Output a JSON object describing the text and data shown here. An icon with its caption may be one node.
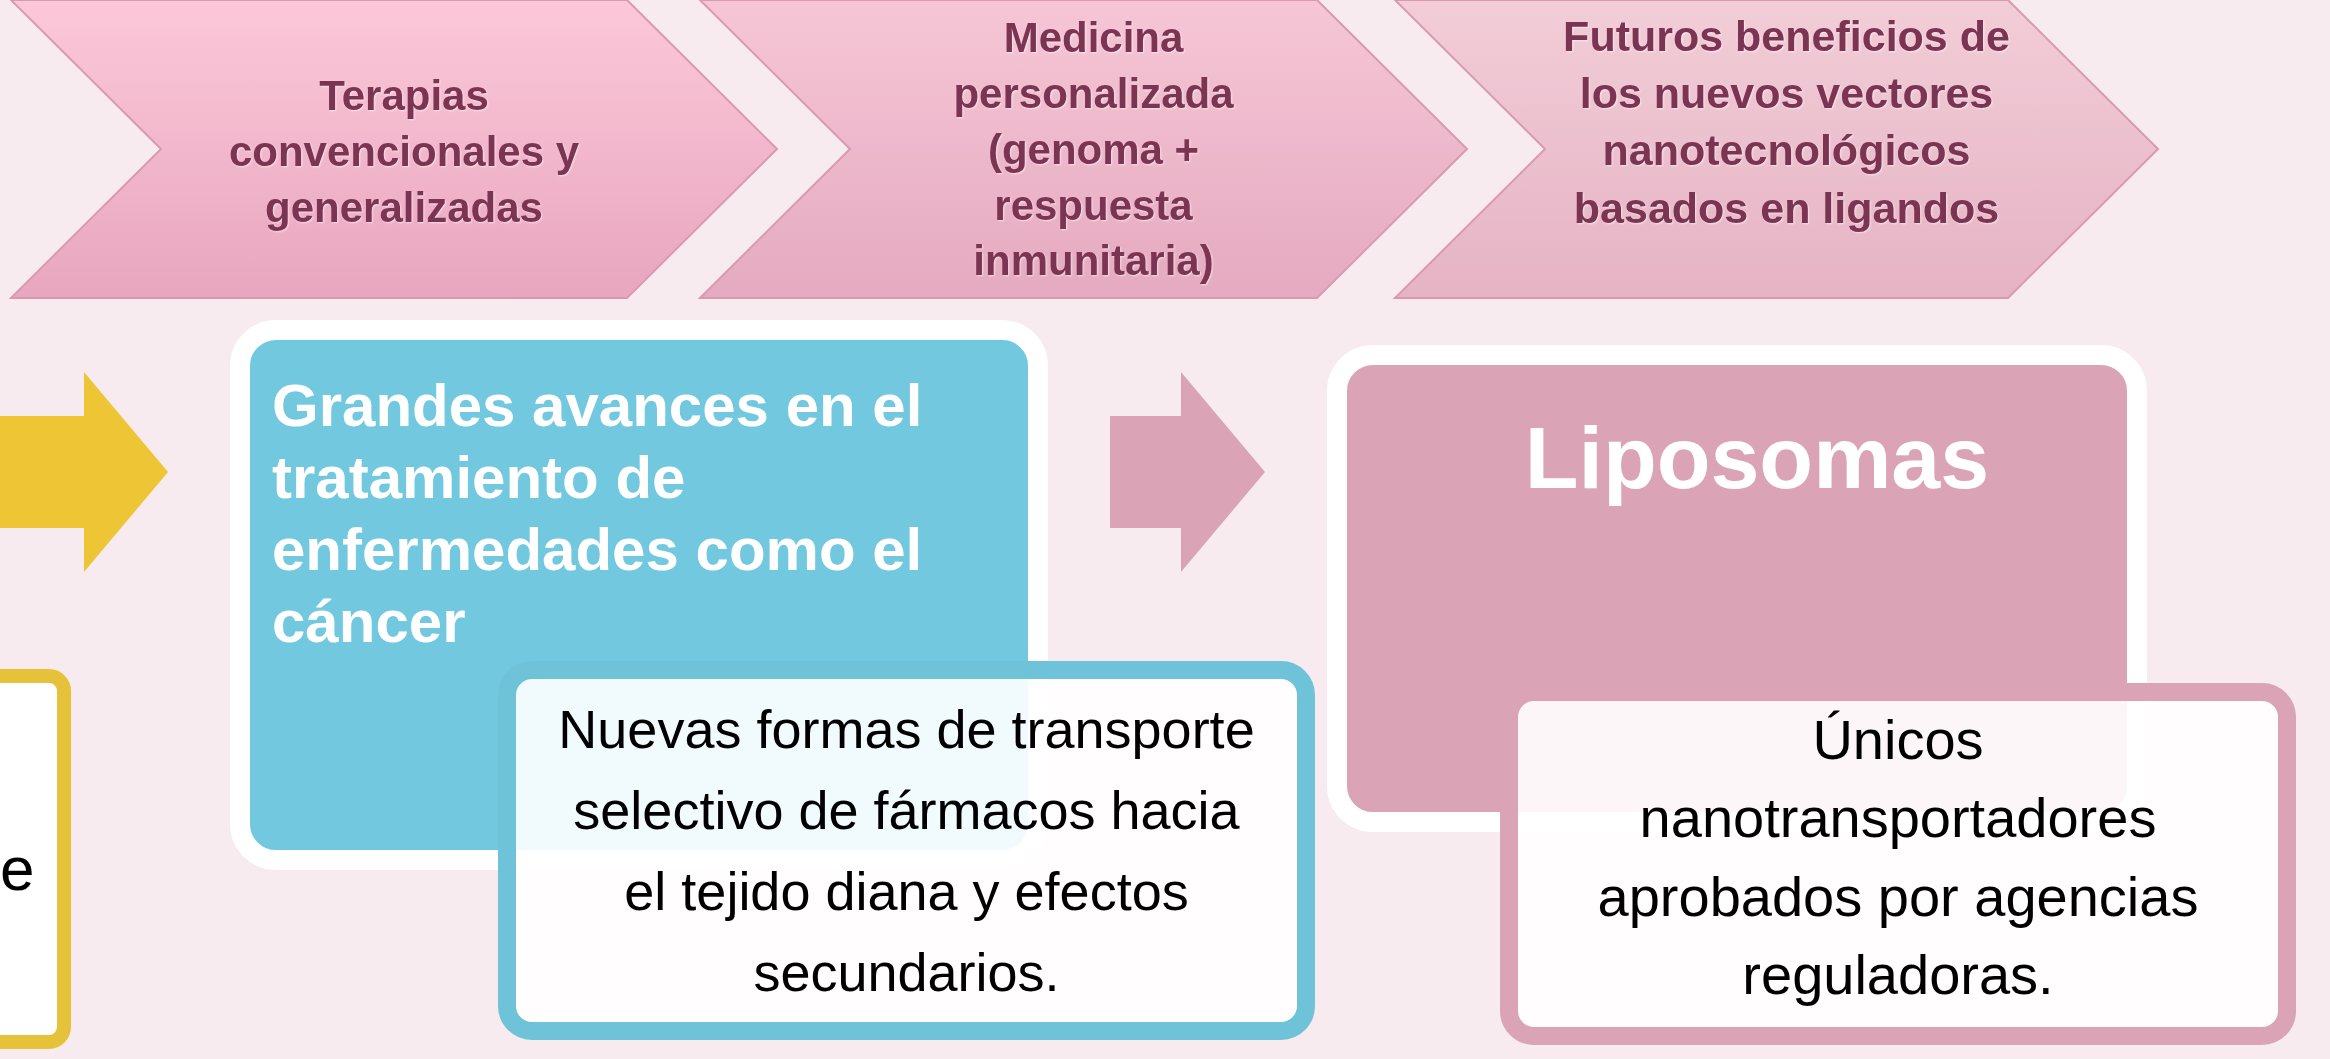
{
  "diagram": {
    "nodes": [
      {
        "text": [
          "Terapias convencionales y generalizadas"
        ]
      },
      {
        "text": [
          "Medicina personalizada (genoma + respuesta inmunitaria)"
        ]
      },
      {
        "text": [
          "Futuros beneficios de los nuevos vectores nanotecnológicos basados en ligandos"
        ]
      },
      {
        "text": [
          "e"
        ]
      },
      {
        "text": [
          "Grandes avances en el tratamiento de enfermedades como el cáncer"
        ]
      },
      {
        "text": [
          "Nuevas formas de transporte selectivo de fármacos hacia el tejido diana y efectos secundarios."
        ]
      },
      {
        "text": [
          "Liposomas"
        ]
      },
      {
        "text": [
          "Únicos nanotransportadores aprobados por agencias reguladoras."
        ]
      }
    ],
    "edges": [
      {
        "from": null,
        "to": 4,
        "arrow": "to",
        "style": "thick",
        "color": "#eec535"
      },
      {
        "from": 4,
        "to": 6,
        "arrow": "to",
        "style": "thick",
        "color": "#dba3b6"
      }
    ]
  }
}
